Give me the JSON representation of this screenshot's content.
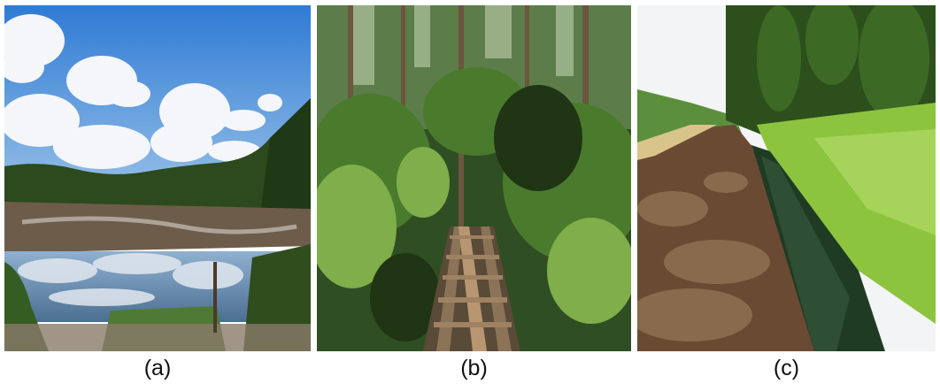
{
  "panels": [
    {
      "id": "a",
      "label": "(a)"
    },
    {
      "id": "b",
      "label": "(b)"
    },
    {
      "id": "c",
      "label": "(c)"
    }
  ],
  "colors": {
    "sky": "#3f86d6",
    "cloud": "#f4f6fa",
    "forest": "#2d4a1e",
    "water": "#6f8fae",
    "mud": "#6d5a48",
    "foliage": "#3f6b28",
    "bright_grass": "#8fc43d",
    "peat": "#6b4a33"
  }
}
